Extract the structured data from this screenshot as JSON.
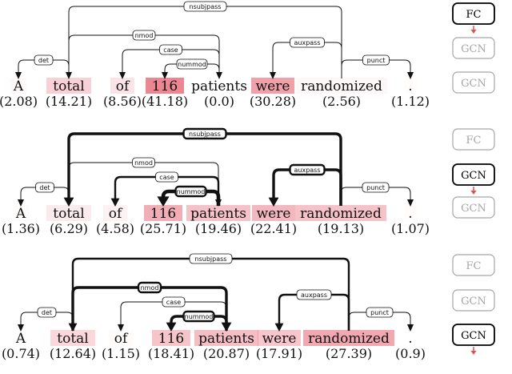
{
  "panels": [
    {
      "words": [
        {
          "text": "A",
          "score": "(2.08)"
        },
        {
          "text": "total",
          "score": "(14.21)"
        },
        {
          "text": "of",
          "score": "(8.56)"
        },
        {
          "text": "116",
          "score": "(41.18)"
        },
        {
          "text": "patients",
          "score": "(0.0)"
        },
        {
          "text": "were",
          "score": "(30.28)"
        },
        {
          "text": "randomized",
          "score": "(2.56)"
        },
        {
          "text": ".",
          "score": "(1.12)"
        }
      ],
      "arcs": [
        {
          "label": "nsubjpass",
          "from": 6,
          "to": 1,
          "weight": 1
        },
        {
          "label": "nmod",
          "from": 1,
          "to": 4,
          "weight": 1
        },
        {
          "label": "case",
          "from": 4,
          "to": 2,
          "weight": 1
        },
        {
          "label": "nummod",
          "from": 4,
          "to": 3,
          "weight": 1
        },
        {
          "label": "det",
          "from": 1,
          "to": 0,
          "weight": 1
        },
        {
          "label": "auxpass",
          "from": 6,
          "to": 5,
          "weight": 1
        },
        {
          "label": "punct",
          "from": 6,
          "to": 7,
          "weight": 1
        }
      ],
      "stack": [
        {
          "label": "FC",
          "active": true
        },
        {
          "label": "GCN",
          "active": false
        },
        {
          "label": "GCN",
          "active": false
        }
      ]
    },
    {
      "words": [
        {
          "text": "A",
          "score": "(1.36)"
        },
        {
          "text": "total",
          "score": "(6.29)"
        },
        {
          "text": "of",
          "score": "(4.58)"
        },
        {
          "text": "116",
          "score": "(25.71)"
        },
        {
          "text": "patients",
          "score": "(19.46)"
        },
        {
          "text": "were",
          "score": "(22.41)"
        },
        {
          "text": "randomized",
          "score": "(19.13)"
        },
        {
          "text": ".",
          "score": "(1.07)"
        }
      ],
      "arcs": [
        {
          "label": "nsubjpass",
          "from": 6,
          "to": 1,
          "weight": 3
        },
        {
          "label": "nmod",
          "from": 1,
          "to": 4,
          "weight": 1
        },
        {
          "label": "case",
          "from": 4,
          "to": 2,
          "weight": 2
        },
        {
          "label": "nummod",
          "from": 4,
          "to": 3,
          "weight": 4
        },
        {
          "label": "det",
          "from": 1,
          "to": 0,
          "weight": 1
        },
        {
          "label": "auxpass",
          "from": 6,
          "to": 5,
          "weight": 3
        },
        {
          "label": "punct",
          "from": 6,
          "to": 7,
          "weight": 1
        }
      ],
      "stack": [
        {
          "label": "FC",
          "active": false
        },
        {
          "label": "GCN",
          "active": true
        },
        {
          "label": "GCN",
          "active": false
        }
      ]
    },
    {
      "words": [
        {
          "text": "A",
          "score": "(0.74)"
        },
        {
          "text": "total",
          "score": "(12.64)"
        },
        {
          "text": "of",
          "score": "(1.15)"
        },
        {
          "text": "116",
          "score": "(18.41)"
        },
        {
          "text": "patients",
          "score": "(20.87)"
        },
        {
          "text": "were",
          "score": "(17.91)"
        },
        {
          "text": "randomized",
          "score": "(27.39)"
        },
        {
          "text": ".",
          "score": "(0.9)"
        }
      ],
      "arcs": [
        {
          "label": "nsubjpass",
          "from": 6,
          "to": 1,
          "weight": 2
        },
        {
          "label": "nmod",
          "from": 1,
          "to": 4,
          "weight": 3
        },
        {
          "label": "case",
          "from": 4,
          "to": 2,
          "weight": 1
        },
        {
          "label": "nummod",
          "from": 4,
          "to": 3,
          "weight": 3
        },
        {
          "label": "det",
          "from": 1,
          "to": 0,
          "weight": 1
        },
        {
          "label": "auxpass",
          "from": 6,
          "to": 5,
          "weight": 2
        },
        {
          "label": "punct",
          "from": 6,
          "to": 7,
          "weight": 1
        }
      ],
      "stack": [
        {
          "label": "FC",
          "active": false
        },
        {
          "label": "GCN",
          "active": false
        },
        {
          "label": "GCN",
          "active": true
        }
      ]
    }
  ],
  "colors": {
    "highlight": "#e8717f",
    "active_stroke": "#000000",
    "inactive_stroke": "#a6a6a6",
    "flow_arrow": "#e0524f"
  }
}
